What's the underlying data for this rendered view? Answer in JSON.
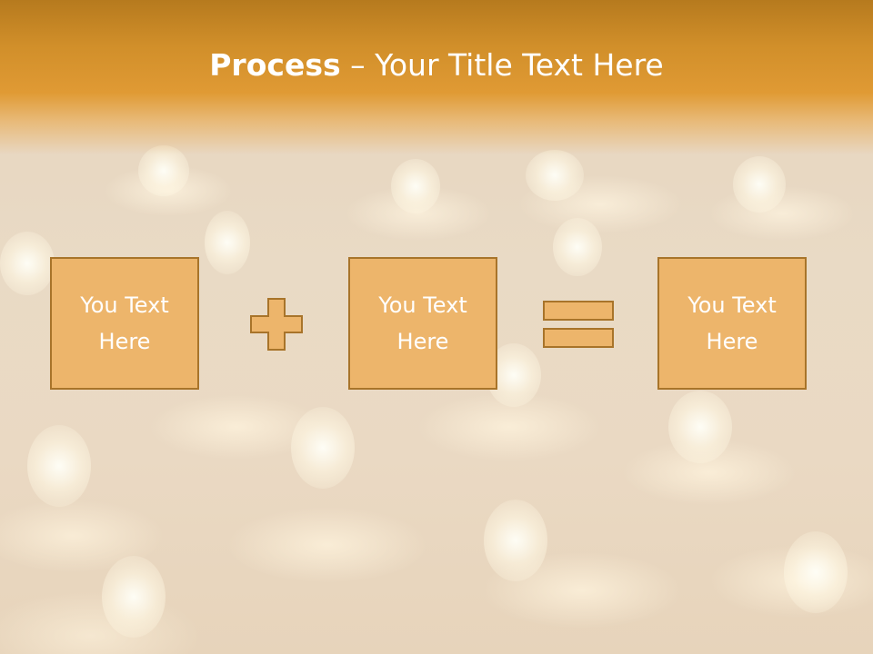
{
  "slide": {
    "title_bold": "Process",
    "title_rest": " – Your Title Text Here",
    "boxes": [
      {
        "label": "You Text Here"
      },
      {
        "label": "You Text Here"
      },
      {
        "label": "You Text Here"
      }
    ],
    "operators": [
      "plus-icon",
      "equals-icon"
    ]
  },
  "colors": {
    "header": "#d18f2a",
    "box_fill": "#edb56b",
    "box_border": "#a8742a",
    "text": "#ffffff"
  }
}
